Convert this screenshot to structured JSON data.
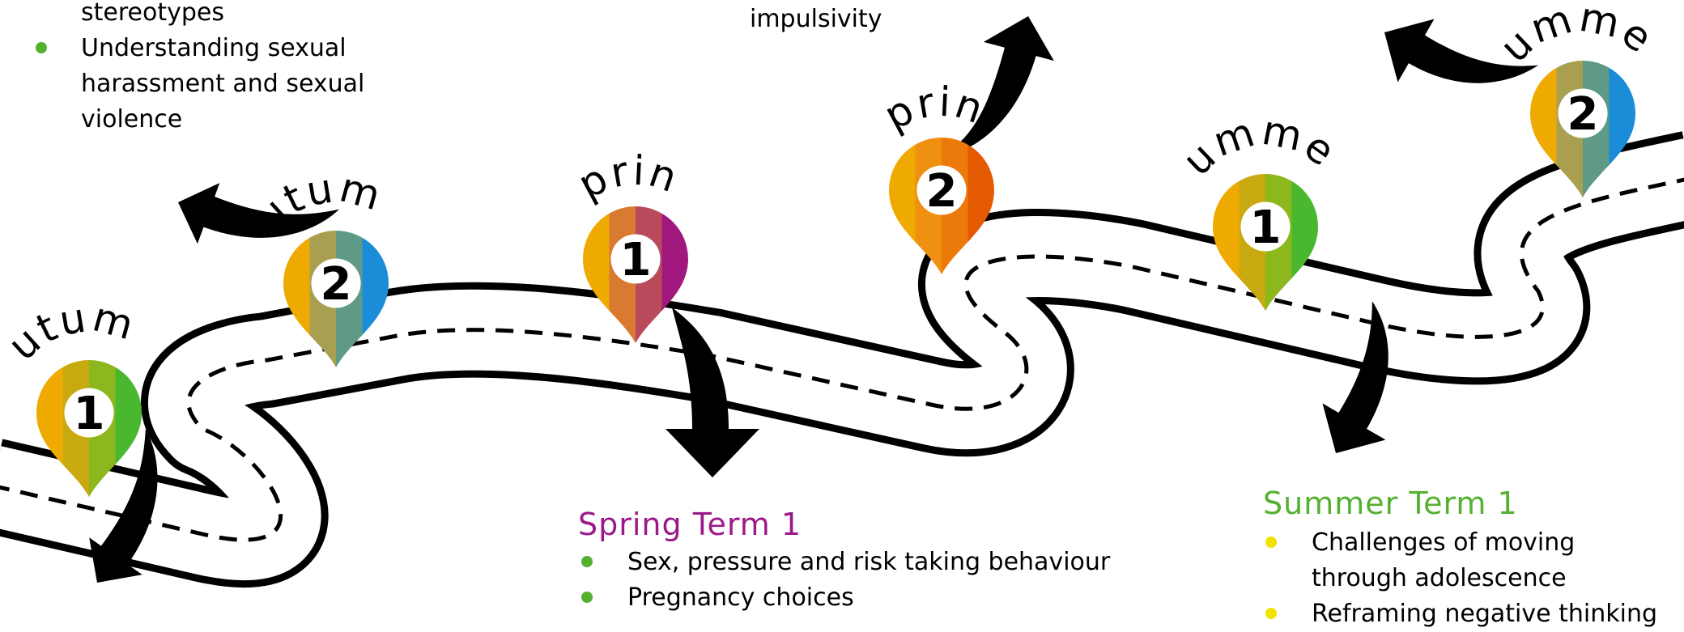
{
  "pins": [
    {
      "id": "autumn-1",
      "season": "Autumn",
      "number": "1",
      "colors": [
        "#eeaa00",
        "#c8aa10",
        "#8cb81e",
        "#4ab82e"
      ]
    },
    {
      "id": "autumn-2",
      "season": "Autumn",
      "number": "2",
      "colors": [
        "#eeaa00",
        "#a8a050",
        "#5e9a86",
        "#1a8cd8"
      ]
    },
    {
      "id": "spring-1",
      "season": "Spring",
      "number": "1",
      "colors": [
        "#eeaa00",
        "#d87a30",
        "#b84a5c",
        "#a0187e"
      ]
    },
    {
      "id": "spring-2",
      "season": "Spring",
      "number": "2",
      "colors": [
        "#eeaa00",
        "#f09010",
        "#ec7a0a",
        "#e45a00"
      ]
    },
    {
      "id": "summer-1",
      "season": "Summer",
      "number": "1",
      "colors": [
        "#eeaa00",
        "#c8aa10",
        "#8cb81e",
        "#4ab82e"
      ]
    },
    {
      "id": "summer-2",
      "season": "Summer",
      "number": "2",
      "colors": [
        "#eeaa00",
        "#a8a050",
        "#5e9a86",
        "#1a8cd8"
      ]
    }
  ],
  "top_left_list": [
    {
      "text": "stereotypes",
      "bullet": false
    },
    {
      "text": "Understanding sexual",
      "bullet": true,
      "color": "#55b030"
    },
    {
      "text": "harassment and sexual",
      "bullet": false
    },
    {
      "text": "violence",
      "bullet": false
    }
  ],
  "top_middle_text": "impulsivity",
  "spring_term_1": {
    "heading": "Spring Term 1",
    "color": "#9b1a8a",
    "bullet_color": "#55b030",
    "items": [
      "Sex, pressure and risk taking behaviour",
      "Pregnancy choices"
    ]
  },
  "summer_term_1": {
    "heading": "Summer Term 1",
    "color": "#55b030",
    "bullet_color": "#f2e200",
    "items": [
      {
        "text": "Challenges of moving",
        "bullet": true
      },
      {
        "text": "through adolescence",
        "bullet": false
      },
      {
        "text": "Reframing negative thinking",
        "bullet": true
      }
    ]
  }
}
